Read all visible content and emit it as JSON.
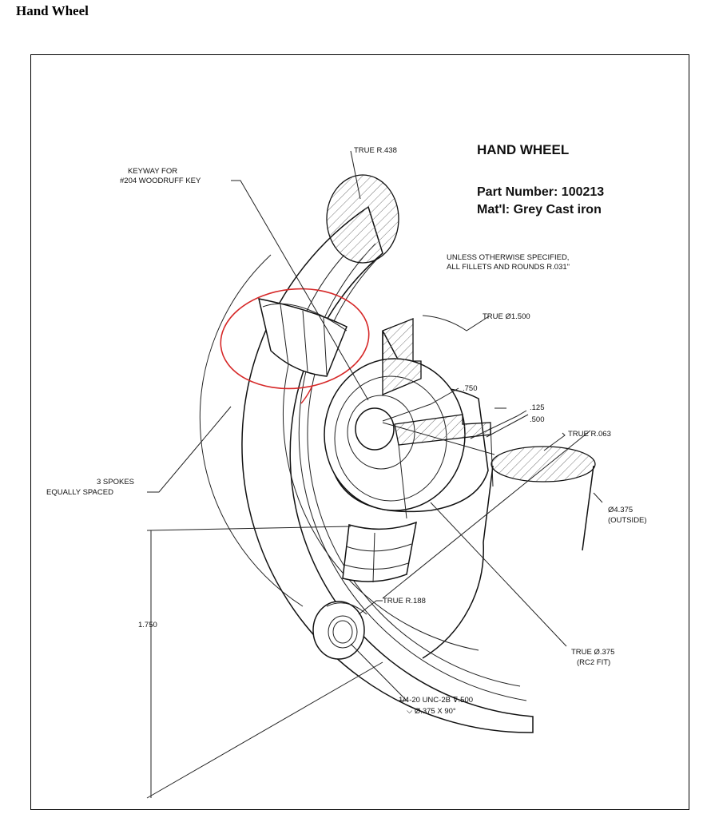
{
  "page": {
    "heading": "Hand Wheel"
  },
  "drawing": {
    "title": "HAND WHEEL",
    "part_number": "Part Number: 100213",
    "material": "Mat'l: Grey Cast iron",
    "note_line1": "UNLESS OTHERWISE SPECIFIED,",
    "note_line2": "ALL FILLETS AND ROUNDS R.031\"",
    "callouts": {
      "true_r438": "TRUE R.438",
      "keyway_line1": "KEYWAY FOR",
      "keyway_line2": "#204 WOODRUFF KEY",
      "true_d1500": "TRUE Ø1.500",
      "dim_750": ".750",
      "dim_125": ".125",
      "dim_500": ".500",
      "true_r063": "TRUE R.063",
      "spokes_line1": "3 SPOKES",
      "spokes_line2": "EQUALLY SPACED",
      "outside_dia_line1": "Ø4.375",
      "outside_dia_line2": "(OUTSIDE)",
      "true_r188": "TRUE R.188",
      "dim_1750": "1.750",
      "true_d375_line1": "TRUE Ø.375",
      "true_d375_line2": "(RC2 FIT)",
      "tap_line1": "1/4-20 UNC-2B ⊽.500",
      "tap_line2": "⌵ Ø.375 X 90°"
    },
    "colors": {
      "markup": "#d62828",
      "line": "#111111"
    }
  }
}
